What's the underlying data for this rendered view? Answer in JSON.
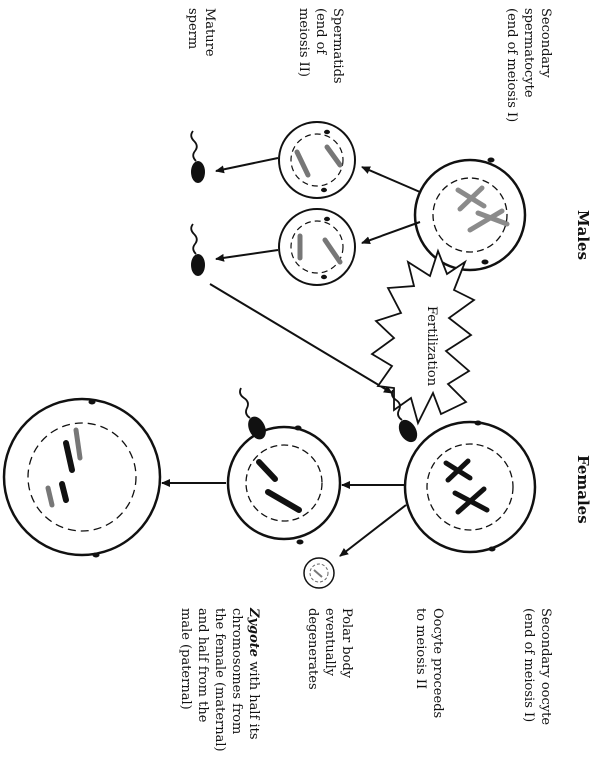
{
  "headers": {
    "males": "Males",
    "females": "Females"
  },
  "labels": {
    "secondary_spermatocyte": [
      "Secondary",
      "spermatocyte",
      "(end of meiosis I)"
    ],
    "spermatids": [
      "Spermatids",
      "(end of",
      "meiosis II)"
    ],
    "mature_sperm": [
      "Mature",
      "sperm"
    ],
    "secondary_oocyte": [
      "Secondary oocyte",
      "(end of meiosis I)"
    ],
    "oocyte_meiosis": [
      "Oocyte proceeds",
      "to meiosis II"
    ],
    "polar_body": [
      "Polar body",
      "eventually",
      "degenerates"
    ],
    "zygote": {
      "bold": "Zygote",
      "first_rest": " with half its",
      "lines": [
        "chromosomes from",
        "the female (maternal)",
        "and half from the",
        "male (paternal)"
      ]
    },
    "fertilization": "Fertilization"
  }
}
